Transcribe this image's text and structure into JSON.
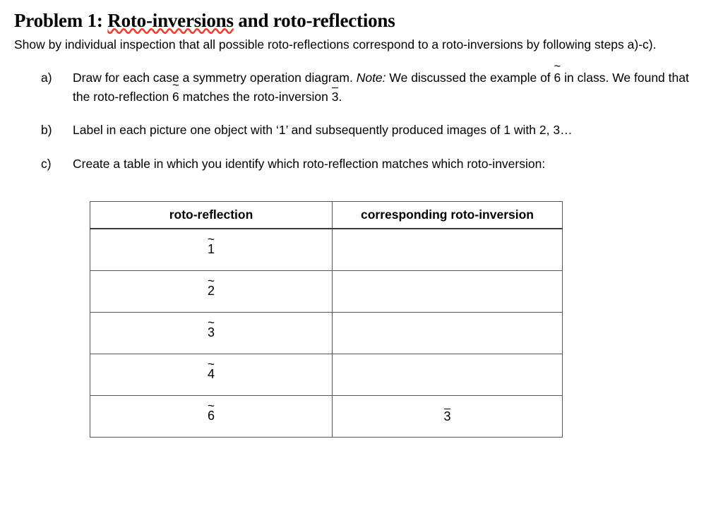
{
  "document": {
    "title_prefix": "Problem 1: ",
    "title_spell": "Roto-inversions",
    "title_suffix": " and roto-reflections",
    "intro": "Show by individual inspection that all possible roto-reflections correspond to a roto-inversions by following steps a)-c).",
    "steps": [
      {
        "marker": "a)",
        "text_part1": "Draw for each case a symmetry operation diagram. ",
        "note": "Note:",
        "text_part2": " We discussed the example of ",
        "symbol1": "6",
        "symbol1_mark": "tilde",
        "text_part3": " in class. We found that the roto-reflection ",
        "symbol2": "6",
        "symbol2_mark": "tilde",
        "text_part4": " matches the roto-inversion ",
        "symbol3": "3",
        "symbol3_mark": "overline",
        "text_part5": "."
      },
      {
        "marker": "b)",
        "text_part1": "Label in each picture one object with ‘1’ and subsequently produced images of 1 with 2, 3…"
      },
      {
        "marker": "c)",
        "text_part1": "Create a table in which you identify which roto-reflection matches which roto-inversion:"
      }
    ],
    "table": {
      "headers": [
        "roto-reflection",
        "corresponding roto-inversion"
      ],
      "rows": [
        {
          "reflection": "1",
          "inversion": ""
        },
        {
          "reflection": "2",
          "inversion": ""
        },
        {
          "reflection": "3",
          "inversion": ""
        },
        {
          "reflection": "4",
          "inversion": ""
        },
        {
          "reflection": "6",
          "inversion": "3"
        }
      ]
    }
  },
  "colors": {
    "text": "#000000",
    "spellcheck_underline": "#e8443a",
    "table_border": "#555555"
  }
}
